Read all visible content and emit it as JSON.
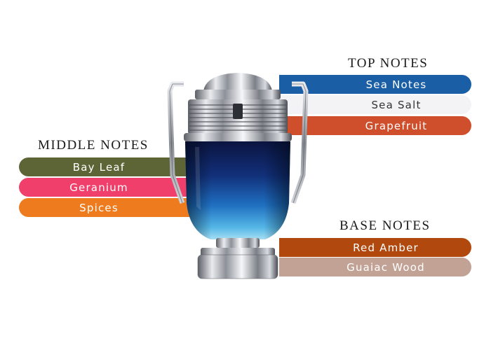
{
  "top_notes": {
    "heading": "TOP NOTES",
    "items": [
      {
        "label": "Sea Notes",
        "color": "#1a5ea6",
        "text_color": "#ffffff"
      },
      {
        "label": "Sea Salt",
        "color": "#f3f3f6",
        "text_color": "#333333"
      },
      {
        "label": "Grapefruit",
        "color": "#cf4f2c",
        "text_color": "#ffffff"
      }
    ]
  },
  "middle_notes": {
    "heading": "MIDDLE NOTES",
    "items": [
      {
        "label": "Bay Leaf",
        "color": "#5d6536",
        "text_color": "#ffffff"
      },
      {
        "label": "Geranium",
        "color": "#ef3f6a",
        "text_color": "#ffffff"
      },
      {
        "label": "Spices",
        "color": "#ee7c1e",
        "text_color": "#ffffff"
      }
    ]
  },
  "base_notes": {
    "heading": "BASE NOTES",
    "items": [
      {
        "label": "Red Amber",
        "color": "#b1490f",
        "text_color": "#ffffff"
      },
      {
        "label": "Guaiac Wood",
        "color": "#c3a296",
        "text_color": "#ffffff"
      }
    ]
  }
}
